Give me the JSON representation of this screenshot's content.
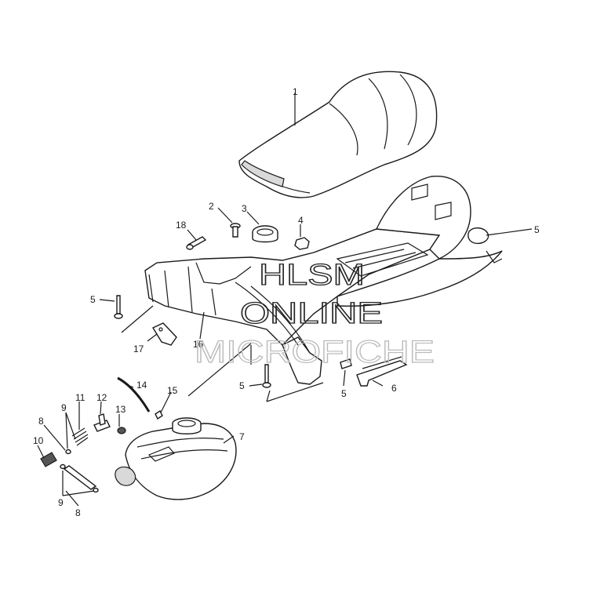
{
  "callouts": [
    {
      "id": "c1",
      "text": "1"
    },
    {
      "id": "c2",
      "text": "2"
    },
    {
      "id": "c3",
      "text": "3"
    },
    {
      "id": "c4",
      "text": "4"
    },
    {
      "id": "c5a",
      "text": "5"
    },
    {
      "id": "c5b",
      "text": "5"
    },
    {
      "id": "c5c",
      "text": "5"
    },
    {
      "id": "c5d",
      "text": "5"
    },
    {
      "id": "c6",
      "text": "6"
    },
    {
      "id": "c7",
      "text": "7"
    },
    {
      "id": "c8a",
      "text": "8"
    },
    {
      "id": "c8b",
      "text": "8"
    },
    {
      "id": "c9a",
      "text": "9"
    },
    {
      "id": "c9b",
      "text": "9"
    },
    {
      "id": "c10",
      "text": "10"
    },
    {
      "id": "c11",
      "text": "11"
    },
    {
      "id": "c12",
      "text": "12"
    },
    {
      "id": "c13",
      "text": "13"
    },
    {
      "id": "c14",
      "text": "14"
    },
    {
      "id": "c15",
      "text": "15"
    },
    {
      "id": "c16",
      "text": "16"
    },
    {
      "id": "c17",
      "text": "17"
    },
    {
      "id": "c18",
      "text": "18"
    }
  ],
  "watermark": {
    "line1": "HLSM",
    "line2": "ONLINE",
    "line3": "MICROFICHE"
  }
}
